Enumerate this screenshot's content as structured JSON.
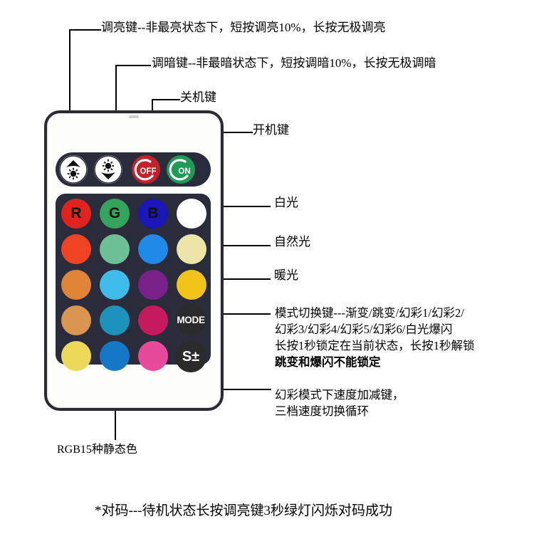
{
  "annotations": {
    "brighten": "调亮键--非最亮状态下，短按调亮10%，长按无极调亮",
    "dim": "调暗键--非最暗状态下，短按调暗10%，长按无极调暗",
    "power_off": "关机键",
    "power_on": "开机键",
    "white_light": "白光",
    "natural_light": "自然光",
    "warm_light": "暖光",
    "rgb_static": "RGB15种静态色",
    "footer": "*对码---待机状态长按调亮键3秒绿灯闪烁对码成功"
  },
  "mode_block": {
    "line1": "模式切换键---渐变/跳变/幻彩1/幻彩2/",
    "line2": "幻彩3/幻彩4/幻彩5/幻彩6/白光爆闪",
    "line3": "长按1秒锁定在当前状态，长按1秒解锁",
    "line4": "跳变和爆闪不能锁定"
  },
  "speed_block": {
    "line1": "幻彩模式下速度加减键，",
    "line2": "三档速度切换循环"
  },
  "remote": {
    "top_buttons": [
      {
        "name": "brighten-button",
        "icon": "brightness-up-icon",
        "label": "",
        "color": "#ffffff"
      },
      {
        "name": "dim-button",
        "icon": "brightness-down-icon",
        "label": "",
        "color": "#ffffff"
      },
      {
        "name": "power-off-button",
        "icon": "power-off-icon",
        "label": "OFF",
        "color": "#c0232b"
      },
      {
        "name": "power-on-button",
        "icon": "power-on-icon",
        "label": "ON",
        "color": "#1f9b57"
      }
    ],
    "mode_button_label": "MODE",
    "speed_button_label": "S±",
    "color_grid": {
      "rows": 5,
      "cols": 4,
      "cells": [
        {
          "label": "R",
          "color": "#e0231f"
        },
        {
          "label": "G",
          "color": "#34a35c"
        },
        {
          "label": "B",
          "color": "#1a16b8"
        },
        {
          "label": "",
          "color": "#ffffff"
        },
        {
          "label": "",
          "color": "#f04323"
        },
        {
          "label": "",
          "color": "#6ec196"
        },
        {
          "label": "",
          "color": "#1f8ae8"
        },
        {
          "label": "",
          "color": "#ece4a8"
        },
        {
          "label": "",
          "color": "#e08439"
        },
        {
          "label": "",
          "color": "#3fbceb"
        },
        {
          "label": "",
          "color": "#7a2189"
        },
        {
          "label": "",
          "color": "#f2c41a"
        },
        {
          "label": "",
          "color": "#d99551"
        },
        {
          "label": "",
          "color": "#1c92bd"
        },
        {
          "label": "",
          "color": "#c51a5e"
        },
        {
          "label": "",
          "color": "#MODE"
        },
        {
          "label": "",
          "color": "#ecd95a"
        },
        {
          "label": "",
          "color": "#1477c8"
        },
        {
          "label": "",
          "color": "#e74a9a"
        },
        {
          "label": "",
          "color": "#S"
        }
      ]
    }
  }
}
